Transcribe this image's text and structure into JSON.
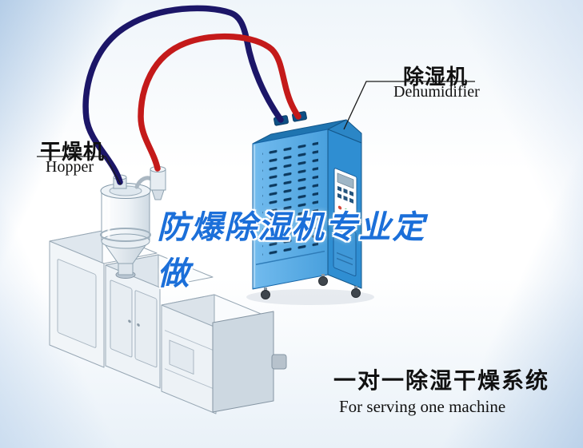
{
  "labels": {
    "dehumidifier": {
      "cn": "除湿机",
      "en": "Dehumidifier"
    },
    "hopper": {
      "cn": "干燥机",
      "en": "Hopper"
    },
    "watermark": "防爆除湿机专业定做",
    "bottom": {
      "cn": "一对一除湿干燥系统",
      "en": "For serving one machine"
    }
  },
  "colors": {
    "machine_front_blue": "#5fb1e8",
    "machine_side_blue": "#2f8ed2",
    "machine_top_blue": "#1f74b0",
    "vent_dark": "#0c3a60",
    "pipe_red": "#c41a1a",
    "pipe_navy": "#1c1668",
    "watermark_blue": "#1b6fd9",
    "label_black": "#111111",
    "extruder_grey_light": "#f1f5f8",
    "extruder_grey_mid": "#dfe7ee"
  },
  "diagram": {
    "components": [
      {
        "id": "dehumidifier-unit",
        "name": "Dehumidifier cabinet"
      },
      {
        "id": "hopper-dryer",
        "name": "Hopper dryer on extruder"
      },
      {
        "id": "extruder",
        "name": "Extruder machine"
      },
      {
        "id": "red-pipe",
        "name": "Dry air supply hose"
      },
      {
        "id": "navy-pipe",
        "name": "Return air hose"
      }
    ]
  }
}
